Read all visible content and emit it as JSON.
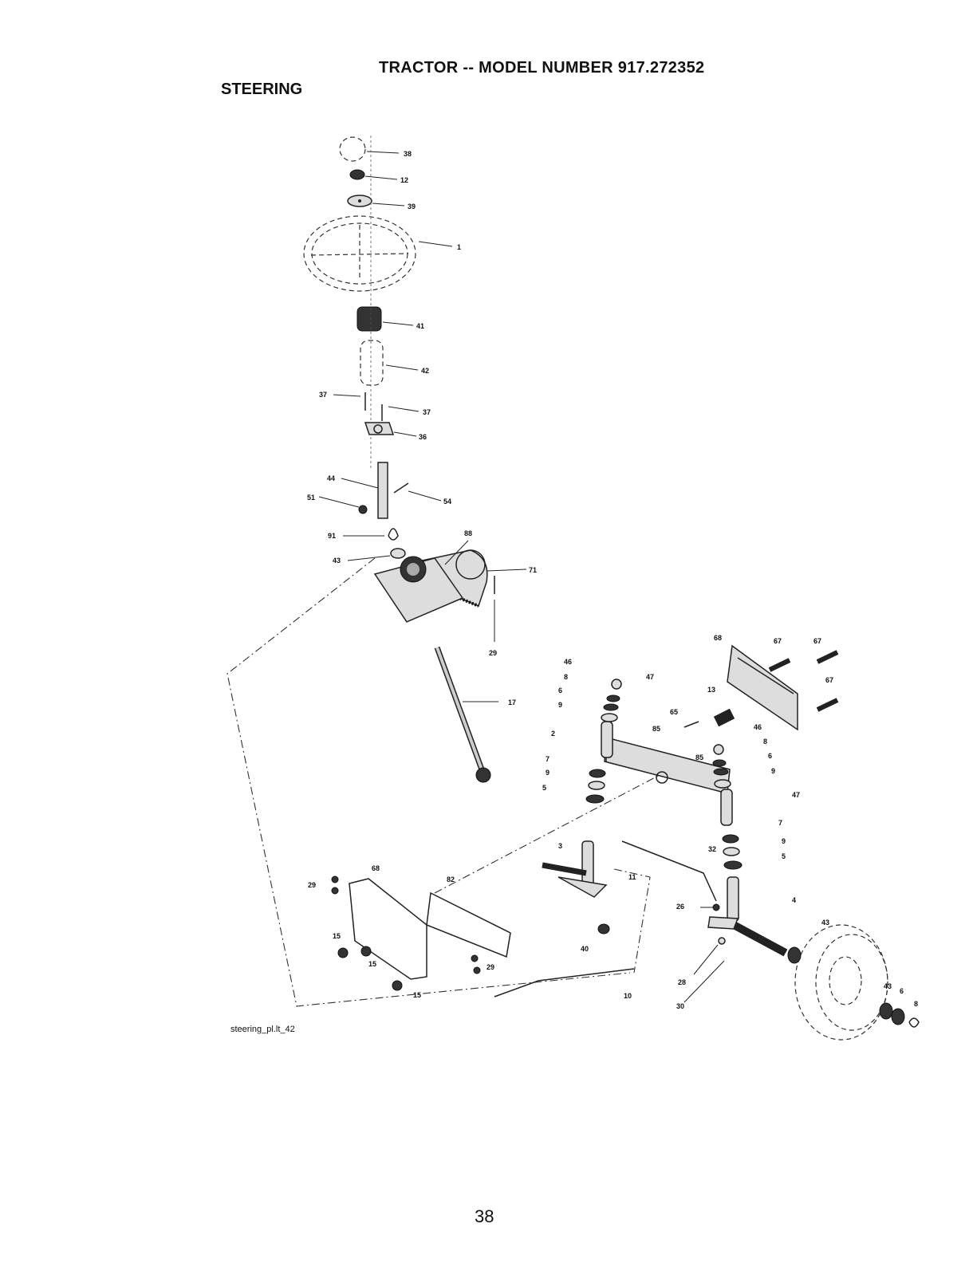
{
  "header": {
    "title": "TRACTOR -- MODEL NUMBER 917.272352",
    "section": "STEERING"
  },
  "figure_id": "steering_pl.lt_42",
  "page_number": "38",
  "callouts": [
    {
      "id": "c38a",
      "text": "38"
    },
    {
      "id": "c12",
      "text": "12"
    },
    {
      "id": "c39",
      "text": "39"
    },
    {
      "id": "c1",
      "text": "1"
    },
    {
      "id": "c41",
      "text": "41"
    },
    {
      "id": "c42",
      "text": "42"
    },
    {
      "id": "c37a",
      "text": "37"
    },
    {
      "id": "c37b",
      "text": "37"
    },
    {
      "id": "c36",
      "text": "36"
    },
    {
      "id": "c44",
      "text": "44"
    },
    {
      "id": "c51",
      "text": "51"
    },
    {
      "id": "c54",
      "text": "54"
    },
    {
      "id": "c91",
      "text": "91"
    },
    {
      "id": "c88",
      "text": "88"
    },
    {
      "id": "c43a",
      "text": "43"
    },
    {
      "id": "c71",
      "text": "71"
    },
    {
      "id": "c29a",
      "text": "29"
    },
    {
      "id": "c17",
      "text": "17"
    },
    {
      "id": "c46a",
      "text": "46"
    },
    {
      "id": "c8a",
      "text": "8"
    },
    {
      "id": "c6a",
      "text": "6"
    },
    {
      "id": "c9a",
      "text": "9"
    },
    {
      "id": "c47a",
      "text": "47"
    },
    {
      "id": "c85a",
      "text": "85"
    },
    {
      "id": "c2",
      "text": "2"
    },
    {
      "id": "c65",
      "text": "65"
    },
    {
      "id": "c13",
      "text": "13"
    },
    {
      "id": "c68a",
      "text": "68"
    },
    {
      "id": "c67a",
      "text": "67"
    },
    {
      "id": "c67b",
      "text": "67"
    },
    {
      "id": "c67c",
      "text": "67"
    },
    {
      "id": "c46b",
      "text": "46"
    },
    {
      "id": "c8b",
      "text": "8"
    },
    {
      "id": "c85b",
      "text": "85"
    },
    {
      "id": "c6b",
      "text": "6"
    },
    {
      "id": "c9b",
      "text": "9"
    },
    {
      "id": "c47b",
      "text": "47"
    },
    {
      "id": "c7a",
      "text": "7"
    },
    {
      "id": "c9c",
      "text": "9"
    },
    {
      "id": "c5a",
      "text": "5"
    },
    {
      "id": "c7b",
      "text": "7"
    },
    {
      "id": "c9d",
      "text": "9"
    },
    {
      "id": "c5b",
      "text": "5"
    },
    {
      "id": "c32",
      "text": "32"
    },
    {
      "id": "c3",
      "text": "3"
    },
    {
      "id": "c11",
      "text": "11"
    },
    {
      "id": "c4",
      "text": "4"
    },
    {
      "id": "c26",
      "text": "26"
    },
    {
      "id": "c40",
      "text": "40"
    },
    {
      "id": "c43b",
      "text": "43"
    },
    {
      "id": "c43c",
      "text": "43"
    },
    {
      "id": "c6c",
      "text": "6"
    },
    {
      "id": "c8c",
      "text": "8"
    },
    {
      "id": "c28",
      "text": "28"
    },
    {
      "id": "c30",
      "text": "30"
    },
    {
      "id": "c10",
      "text": "10"
    },
    {
      "id": "c68b",
      "text": "68"
    },
    {
      "id": "c82",
      "text": "82"
    },
    {
      "id": "c29b",
      "text": "29"
    },
    {
      "id": "c29c",
      "text": "29"
    },
    {
      "id": "c15a",
      "text": "15"
    },
    {
      "id": "c15b",
      "text": "15"
    },
    {
      "id": "c15c",
      "text": "15"
    }
  ]
}
